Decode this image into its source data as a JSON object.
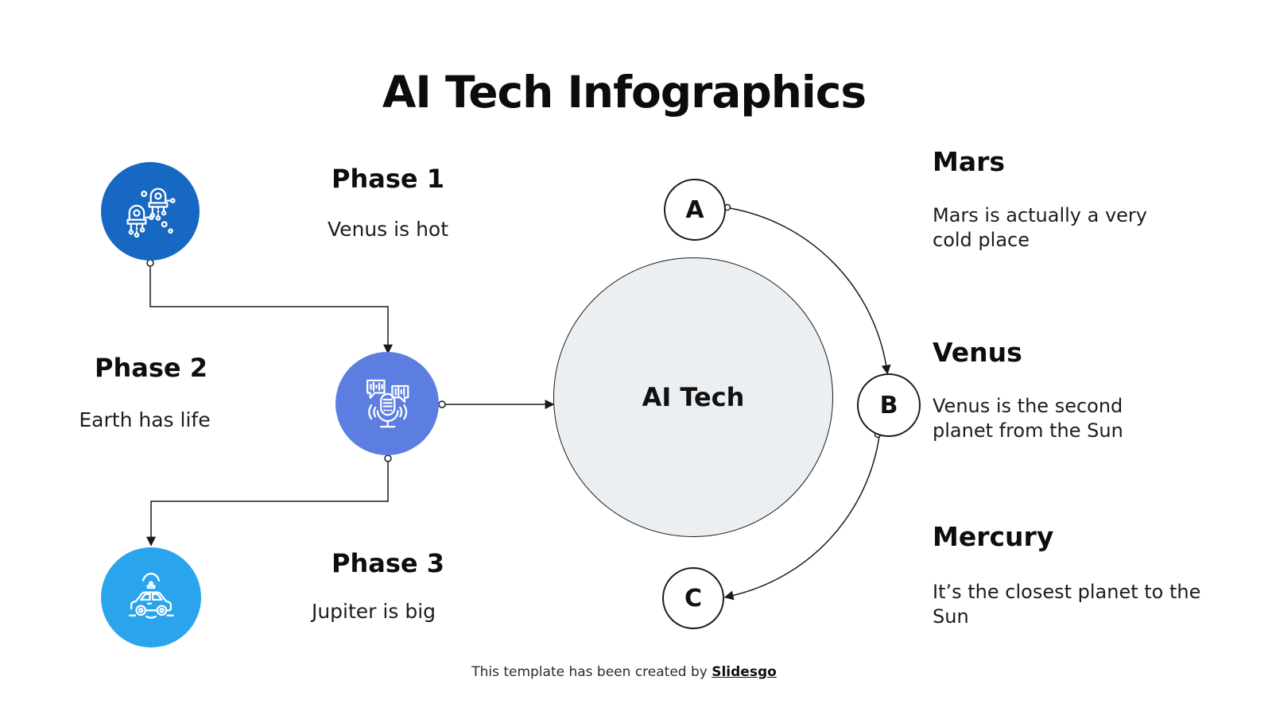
{
  "title": "AI Tech Infographics",
  "center_node": {
    "label": "AI Tech"
  },
  "phases": [
    {
      "label": "Phase 1",
      "description": "Venus is hot",
      "icon": "ai-robots-icon",
      "color": "#1768C2"
    },
    {
      "label": "Phase 2",
      "description": "Earth has life",
      "icon": "voice-assistant-icon",
      "color": "#5C7EE0"
    },
    {
      "label": "Phase 3",
      "description": "Jupiter is big",
      "icon": "self-driving-car-icon",
      "color": "#2AA4EC"
    }
  ],
  "branches": [
    {
      "node": "A",
      "heading": "Mars",
      "description": "Mars is actually a very cold place"
    },
    {
      "node": "B",
      "heading": "Venus",
      "description": "Venus is the second planet from the Sun"
    },
    {
      "node": "C",
      "heading": "Mercury",
      "description": "It’s the closest planet to the Sun"
    }
  ],
  "footer": {
    "prefix": "This template has been created by",
    "brand": "Slidesgo"
  },
  "colors": {
    "phase1": "#1768C2",
    "phase2": "#5C7EE0",
    "phase3": "#2AA4EC",
    "center_fill": "#ECEFF1",
    "line": "#1a1a1a"
  }
}
